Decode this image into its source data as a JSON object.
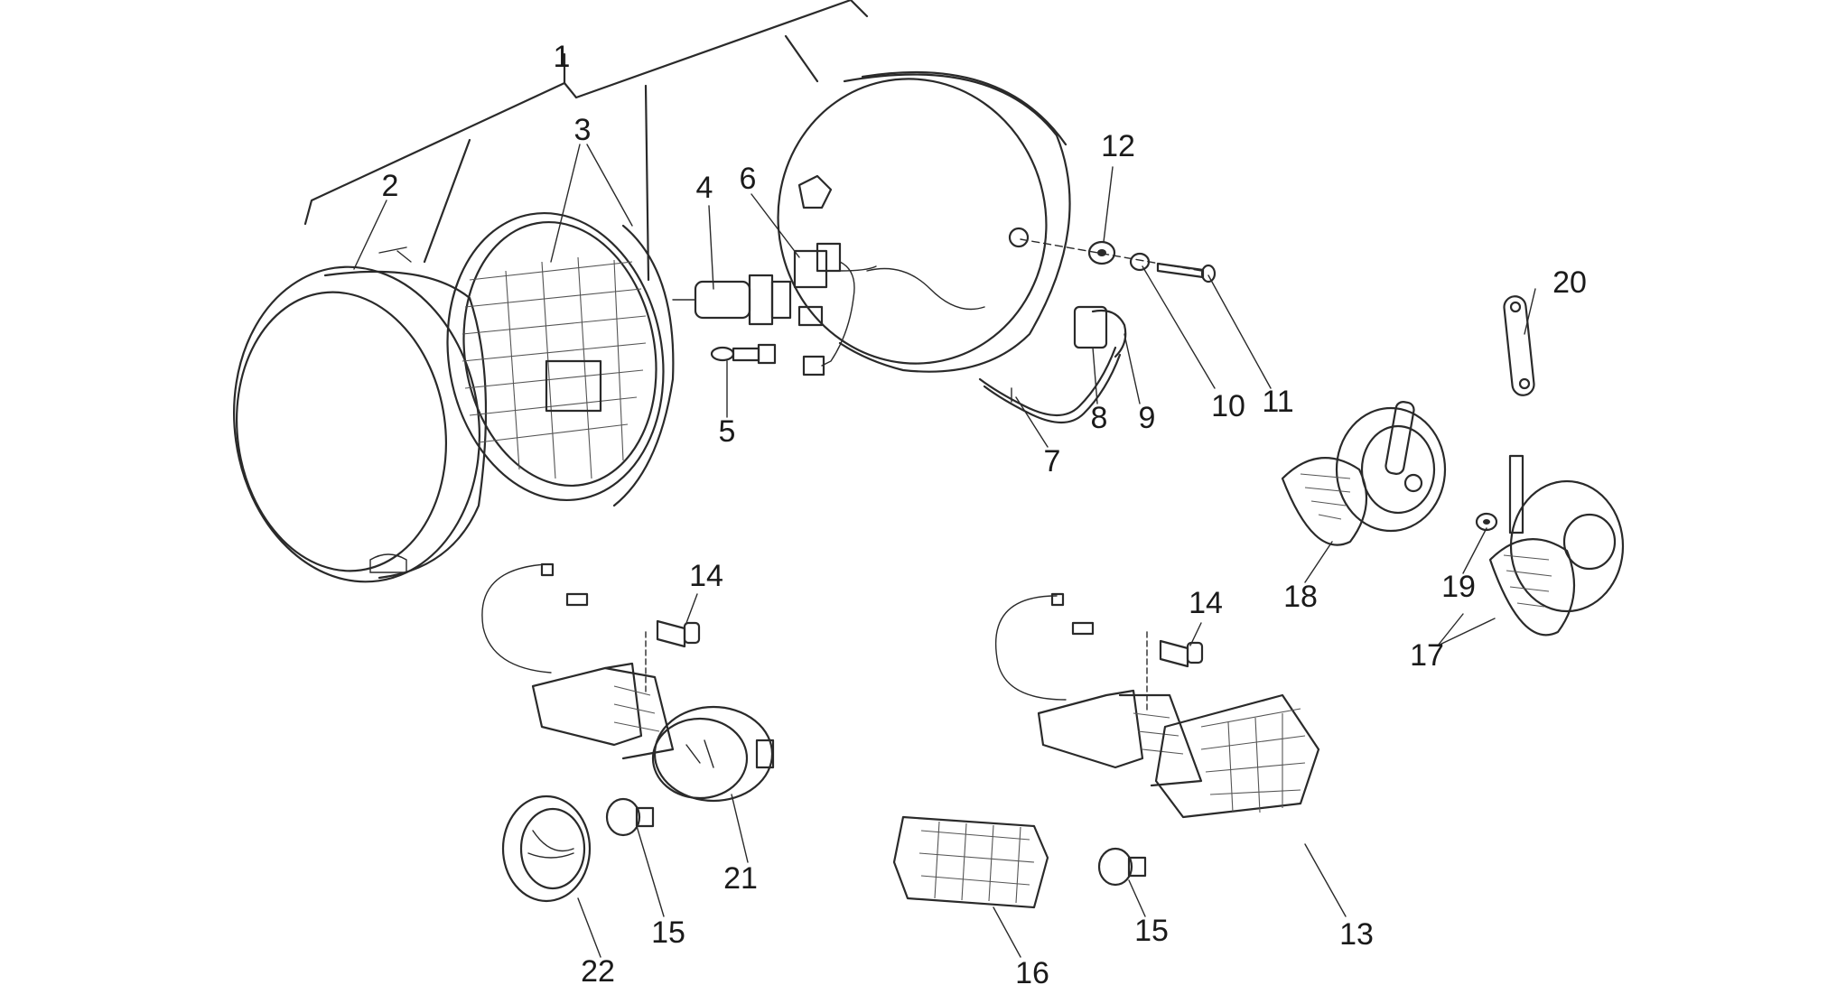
{
  "diagram": {
    "callouts": [
      "1",
      "2",
      "3",
      "4",
      "5",
      "6",
      "7",
      "8",
      "9",
      "10",
      "11",
      "12",
      "13",
      "14",
      "14",
      "15",
      "15",
      "16",
      "17",
      "18",
      "19",
      "20",
      "21",
      "22"
    ]
  }
}
